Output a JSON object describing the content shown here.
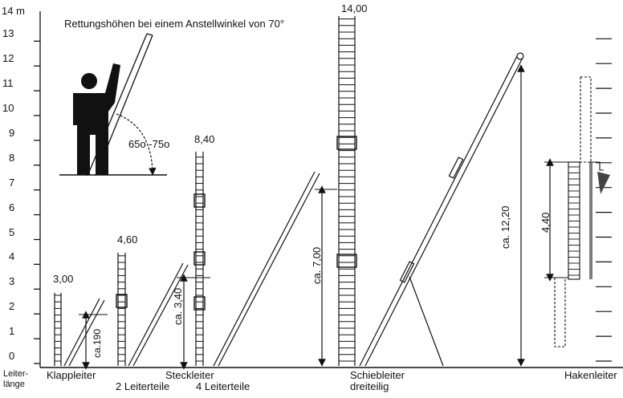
{
  "title": "Rettungshöhen bei einem Anstellwinkel von 70°",
  "axis": {
    "unit_label": "14 m",
    "ticks": [
      "0",
      "1",
      "2",
      "3",
      "4",
      "5",
      "6",
      "7",
      "8",
      "9",
      "10",
      "11",
      "12",
      "13"
    ],
    "footer_line1": "Leiter-",
    "footer_line2": "länge"
  },
  "angle_label": "65o -75o",
  "ladders": {
    "klappleiter": {
      "length": "3,00",
      "height": "ca.190",
      "caption": "Klappleiter"
    },
    "steck2": {
      "length": "4,60",
      "caption": "2 Leiterteile"
    },
    "steck4": {
      "length": "8,40",
      "height": "ca. 3,40",
      "caption": "4 Leiterteile"
    },
    "steck_group": {
      "caption": "Steckleiter"
    },
    "schiebe": {
      "length": "14,00",
      "height": "ca. 7,00",
      "caption1": "Schiebleiter",
      "caption2": "dreiteilig"
    },
    "schiebe_lean": {
      "height": "ca. 12,20"
    },
    "haken": {
      "height": "4,40",
      "caption": "Hakenleiter"
    }
  }
}
